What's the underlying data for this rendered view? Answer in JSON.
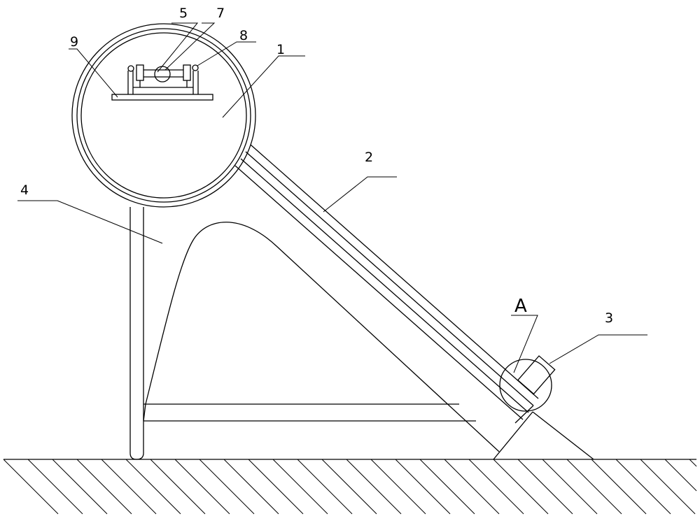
{
  "labels": {
    "part_1": "1",
    "part_2": "2",
    "part_3": "3",
    "part_4": "4",
    "part_5": "5",
    "part_7": "7",
    "part_8": "8",
    "part_9": "9",
    "detail_a": "A"
  },
  "colors": {
    "background": "#ffffff",
    "line": "#000000"
  }
}
